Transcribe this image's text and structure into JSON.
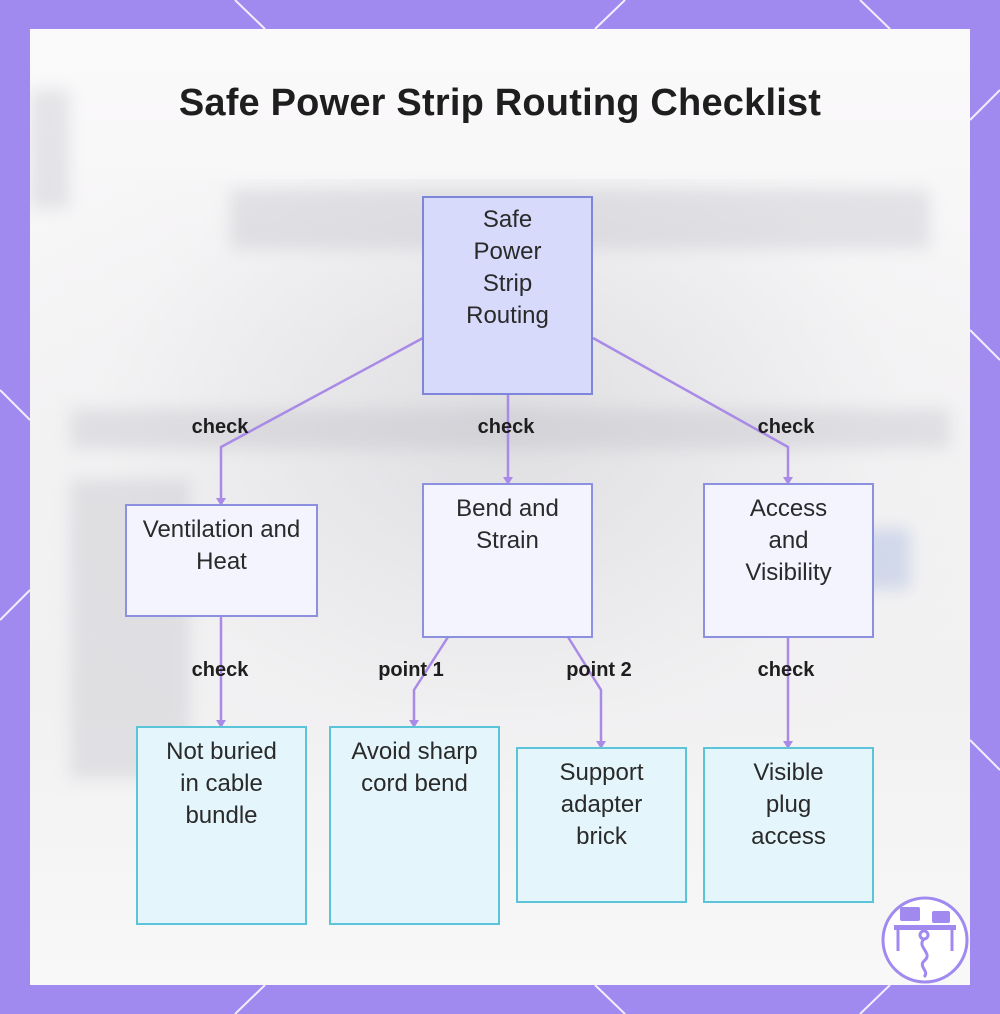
{
  "diagram": {
    "title": "Safe Power Strip Routing Checklist",
    "nodes": {
      "root": "Safe Power Strip Routing",
      "ventilation": "Ventilation and Heat",
      "bend": "Bend and Strain",
      "access": "Access and Visibility",
      "not_buried": "Not buried in cable bundle",
      "avoid_bend": "Avoid sharp cord bend",
      "support": "Support adapter brick",
      "visible": "Visible plug access"
    },
    "edge_labels": {
      "root_ventilation": "check",
      "root_bend": "check",
      "root_access": "check",
      "ventilation_not_buried": "check",
      "bend_avoid": "point 1",
      "bend_support": "point 2",
      "access_visible": "check"
    }
  },
  "colors": {
    "frame": "#a08af0",
    "edge": "#a98ae6",
    "root_fill": "#d8dafc",
    "mid_fill": "#f3f4fe",
    "leaf_fill": "#e4f6fb",
    "leaf_border": "#5cc4d8"
  },
  "icons": [
    "workspace-logo-icon"
  ]
}
